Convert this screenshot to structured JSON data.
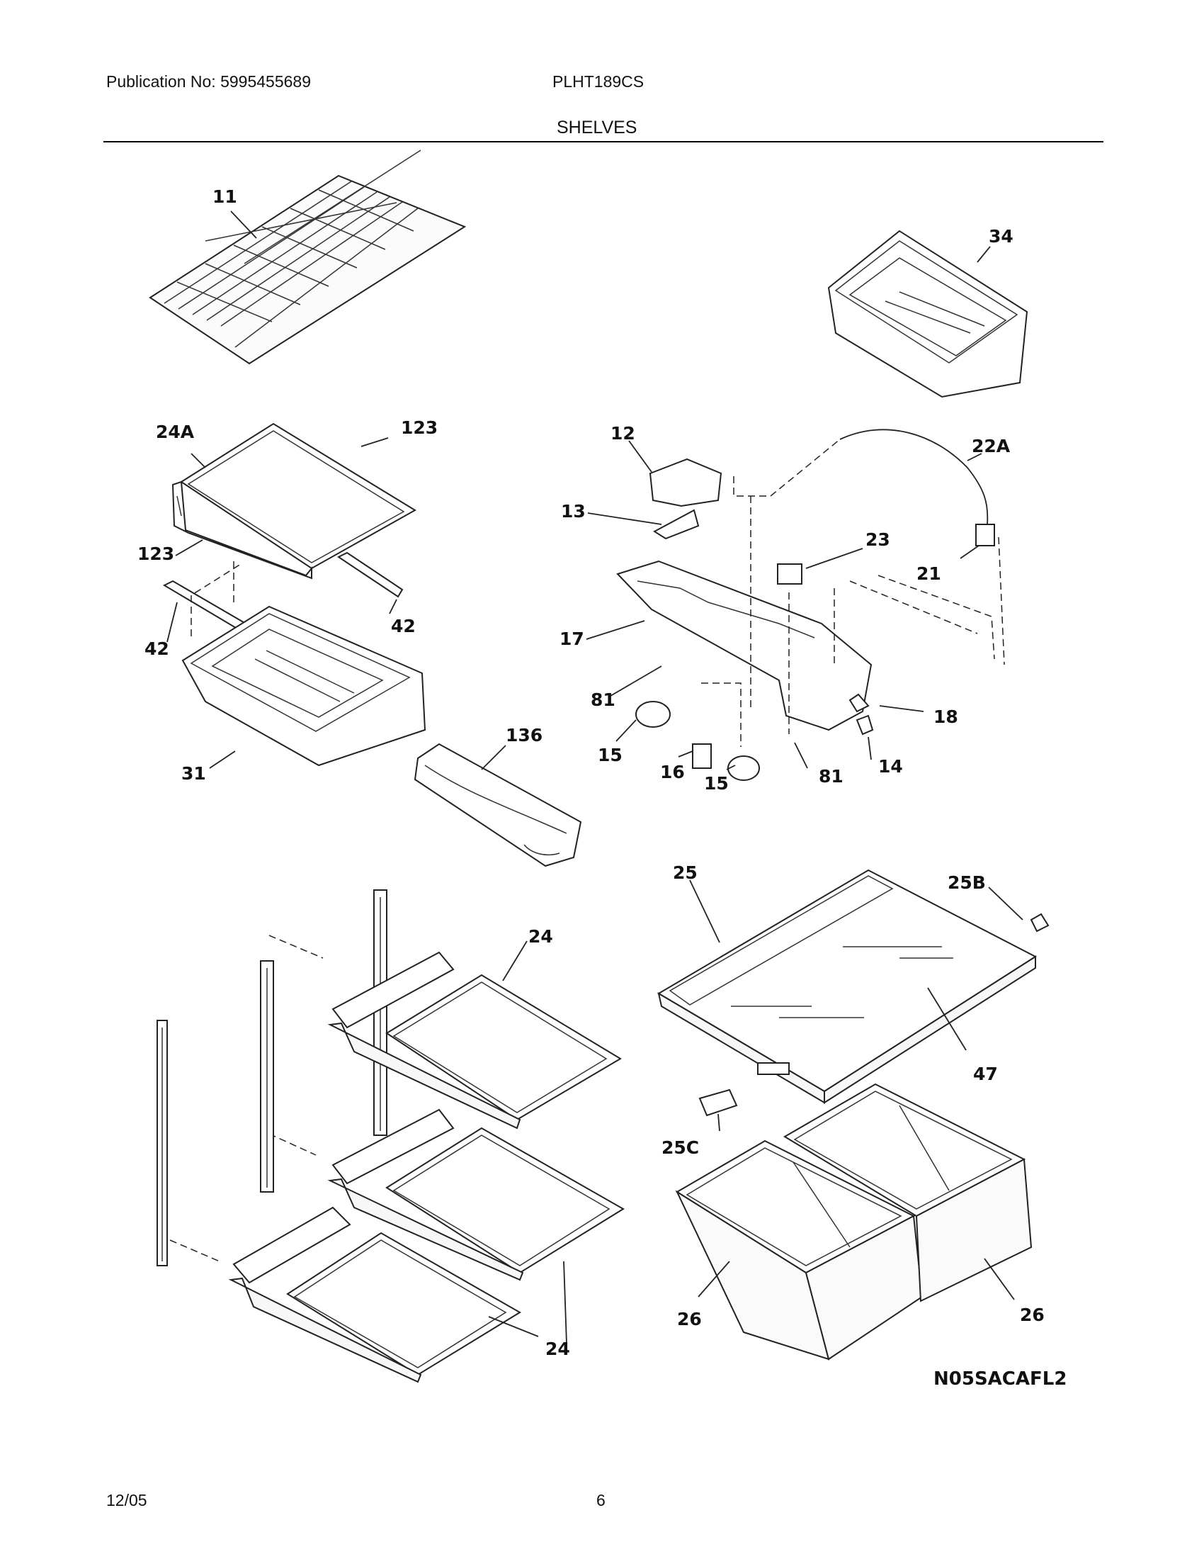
{
  "header": {
    "publication": "Publication No: 5995455689",
    "model": "PLHT189CS",
    "section_title": "SHELVES"
  },
  "footer": {
    "date": "12/05",
    "page_number": "6"
  },
  "diagram": {
    "drawing_code": "N05SACAFL2",
    "callouts": {
      "c11": "11",
      "c34": "34",
      "c24A": "24A",
      "c123a": "123",
      "c123b": "123",
      "c42a": "42",
      "c42b": "42",
      "c31": "31",
      "c136": "136",
      "c12": "12",
      "c13": "13",
      "c17": "17",
      "c81a": "81",
      "c81b": "81",
      "c15a": "15",
      "c15b": "15",
      "c16": "16",
      "c14": "14",
      "c18": "18",
      "c21": "21",
      "c22A": "22A",
      "c23": "23",
      "c24a": "24",
      "c24b": "24",
      "c25": "25",
      "c25B": "25B",
      "c25C": "25C",
      "c47": "47",
      "c26a": "26",
      "c26b": "26"
    }
  }
}
